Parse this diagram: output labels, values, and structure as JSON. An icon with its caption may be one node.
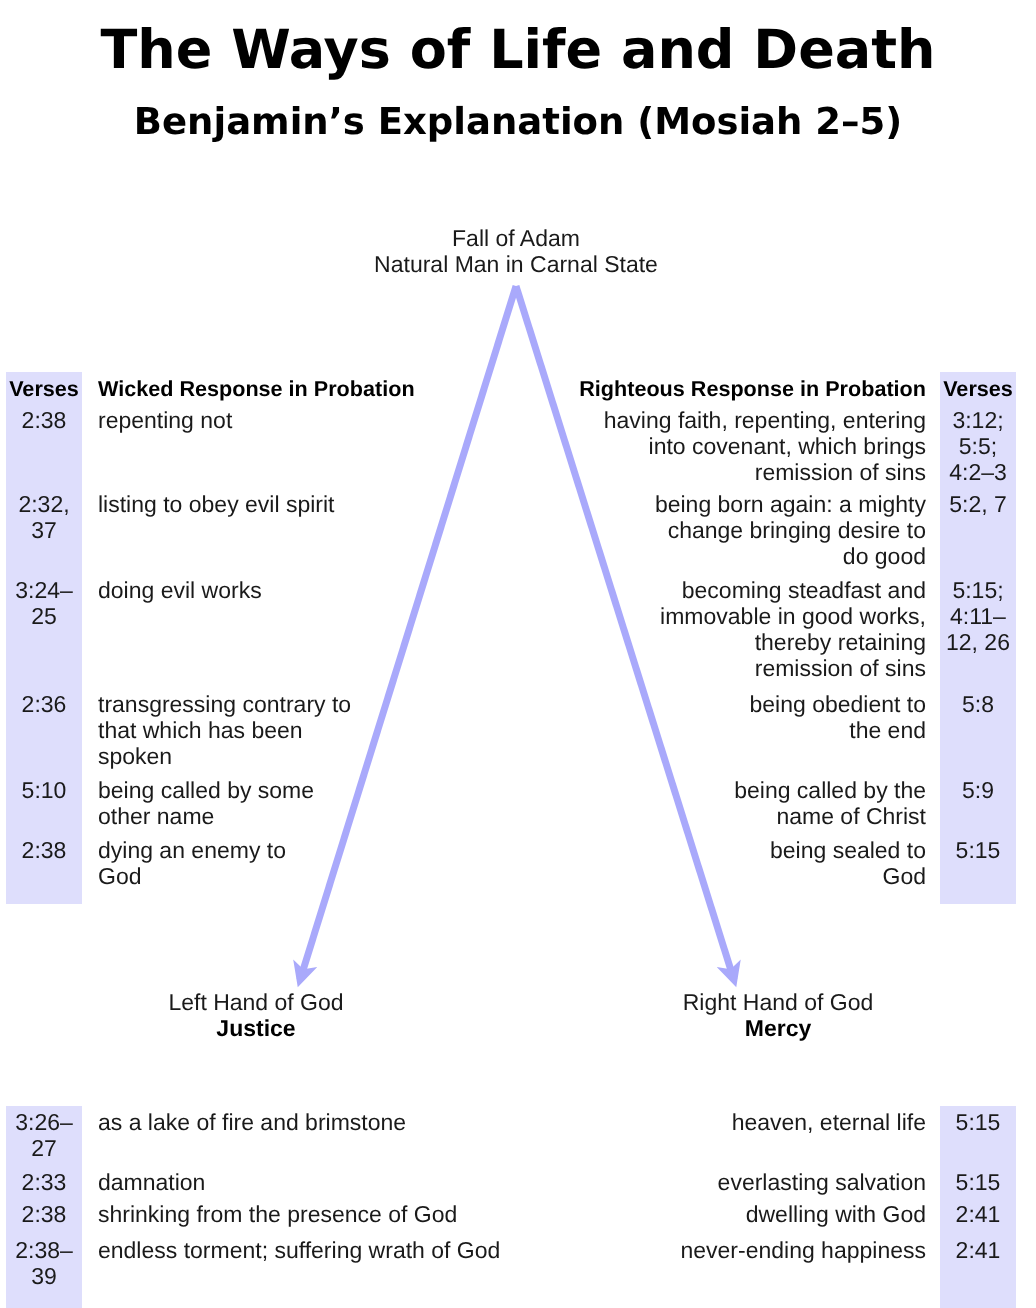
{
  "diagram": {
    "title": "The Ways of Life and Death",
    "nodes": [
      {
        "text": [
          "Fall of Adam",
          "Natural Man in Carnal State"
        ]
      },
      {
        "text": [
          "Left Hand of God",
          "Justice"
        ]
      },
      {
        "text": [
          "Right Hand of God",
          "Mercy"
        ]
      }
    ],
    "edges": [
      {
        "from": 0,
        "to": 1,
        "arrow": "to"
      },
      {
        "from": 0,
        "to": 2,
        "arrow": "to"
      }
    ],
    "labels": [
      "Benjamin’s Explanation (Mosiah 2–5)",
      "Verses",
      "Wicked Response in Probation",
      "Righteous Response in Probation",
      "Verses",
      "2:38",
      "repenting not",
      "having faith, repenting, entering into covenant, which brings remission of sins",
      "3:12; 5:5; 4:2–3",
      "2:32, 37",
      "listing to obey evil spirit",
      "being born again: a mighty change bringing desire to do good",
      "5:2, 7",
      "3:24–25",
      "doing evil works",
      "becoming steadfast and immovable in good works, thereby retaining remission of sins",
      "5:15; 4:11–12, 26",
      "2:36",
      "transgressing contrary to that which has been spoken",
      "being obedient to the end",
      "5:8",
      "5:10",
      "being called by some other name",
      "being called by the name of Christ",
      "5:9",
      "2:38",
      "dying an enemy to God",
      "being sealed to God",
      "5:15",
      "3:26–27",
      "as a lake of fire and brimstone",
      "heaven, eternal life",
      "5:15",
      "2:33",
      "damnation",
      "everlasting salvation",
      "5:15",
      "2:38",
      "shrinking from the presence of God",
      "dwelling with God",
      "2:41",
      "2:38–39",
      "endless torment; suffering wrath of God",
      "never-ending happiness",
      "2:41"
    ]
  }
}
